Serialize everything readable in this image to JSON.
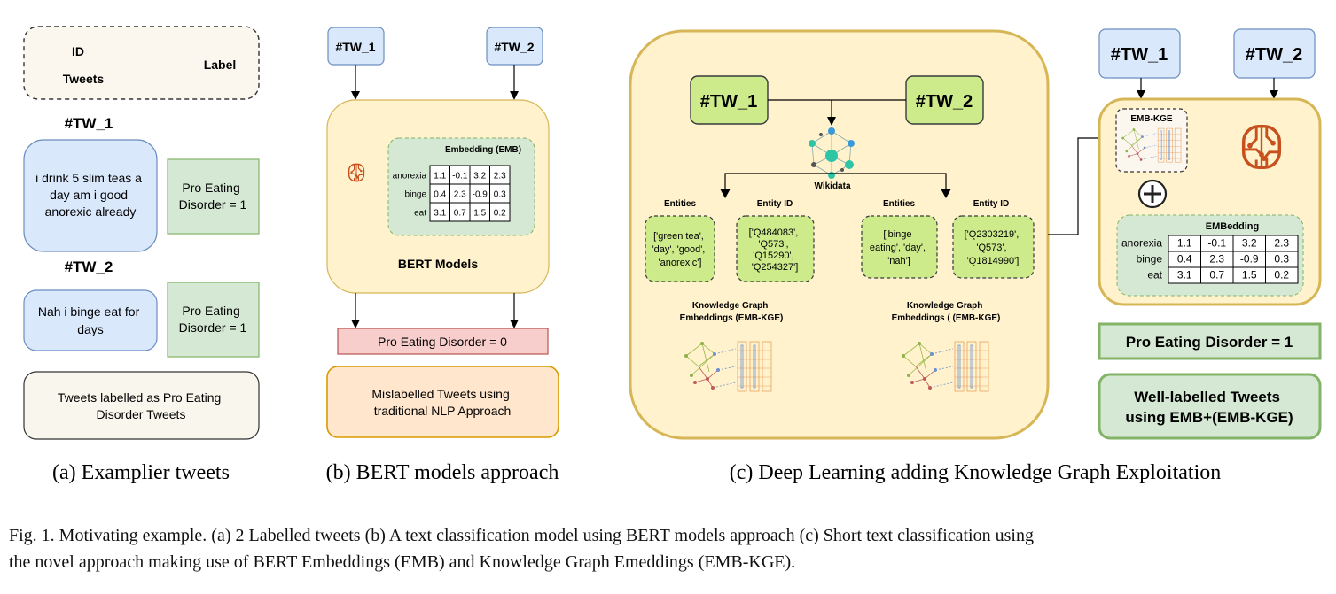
{
  "panel_a": {
    "header": {
      "id": "ID",
      "tweets": "Tweets",
      "label": "Label"
    },
    "tw1": {
      "tag": "#TW_1",
      "text_lines": [
        "i drink 5 slim teas a",
        "day am i good",
        "anorexic already"
      ],
      "label_lines": [
        "Pro Eating",
        "Disorder = 1"
      ]
    },
    "tw2": {
      "tag": "#TW_2",
      "text_lines": [
        "Nah i binge eat for",
        "days"
      ],
      "label_lines": [
        "Pro Eating",
        "Disorder = 1"
      ]
    },
    "footer_lines": [
      "Tweets labelled as Pro Eating",
      "Disorder Tweets"
    ],
    "caption": "(a) Examplier tweets"
  },
  "panel_b": {
    "tw1": "#TW_1",
    "tw2": "#TW_2",
    "embedding_title": "Embedding (EMB)",
    "model_label": "BERT Models",
    "output": "Pro Eating Disorder = 0",
    "result_lines": [
      "Mislabelled Tweets using",
      "traditional NLP Approach"
    ],
    "caption": "(b) BERT models approach"
  },
  "embedding_table": {
    "rows": [
      {
        "word": "anorexia",
        "values": [
          "1.1",
          "-0.1",
          "3.2",
          "2.3"
        ]
      },
      {
        "word": "binge",
        "values": [
          "0.4",
          "2.3",
          "-0.9",
          "0.3"
        ]
      },
      {
        "word": "eat",
        "values": [
          "3.1",
          "0.7",
          "1.5",
          "0.2"
        ]
      }
    ]
  },
  "panel_c": {
    "tw1": "#TW_1",
    "tw2": "#TW_2",
    "wikidata": "Wikidata",
    "left": {
      "entities_label": "Entities",
      "entity_id_label": "Entity ID",
      "entities_lines": [
        "['green tea',",
        "'day', 'good',",
        "'anorexic']"
      ],
      "ids_lines": [
        "['Q484083',",
        "'Q573',",
        "'Q15290',",
        "'Q254327']"
      ],
      "kge_lines": [
        "Knowledge Graph",
        "Embeddings (EMB-KGE)"
      ]
    },
    "right": {
      "entities_label": "Entities",
      "entity_id_label": "Entity ID",
      "entities_lines": [
        "['binge",
        "eating', 'day',",
        "'nah']"
      ],
      "ids_lines": [
        "['Q2303219',",
        "'Q573',",
        "'Q1814990']"
      ],
      "kge_lines": [
        "Knowledge Graph",
        "Embeddings ( (EMB-KGE)"
      ]
    },
    "caption": "(c) Deep Learning adding Knowledge Graph Exploitation"
  },
  "panel_d": {
    "tw1": "#TW_1",
    "tw2": "#TW_2",
    "emb_kge": "EMB-KGE",
    "embedding_title": "EMBedding",
    "output": "Pro Eating Disorder = 1",
    "result_lines": [
      "Well-labelled Tweets",
      "using EMB+(EMB-KGE)"
    ]
  },
  "figure_caption_lines": [
    "Fig. 1. Motivating example. (a) 2 Labelled tweets (b) A text classification model using BERT models approach (c) Short text classification using",
    "the novel approach making use of BERT Embeddings (EMB) and Knowledge Graph Emeddings (EMB-KGE)."
  ],
  "colors": {
    "blue_fill": "#dae8fc",
    "blue_stroke": "#6c8ebf",
    "green_fill": "#d5e8d4",
    "green_stroke": "#82b366",
    "bright_green_fill": "#cdeb8b",
    "bright_green_stroke": "#36393d",
    "yellow_fill": "#fff2cc",
    "yellow_stroke": "#d6b656",
    "red_fill": "#f8cecc",
    "red_stroke": "#b85450",
    "orange_fill": "#ffe6cc",
    "orange_stroke": "#d79b00",
    "ai_icon": "#c7501e"
  }
}
